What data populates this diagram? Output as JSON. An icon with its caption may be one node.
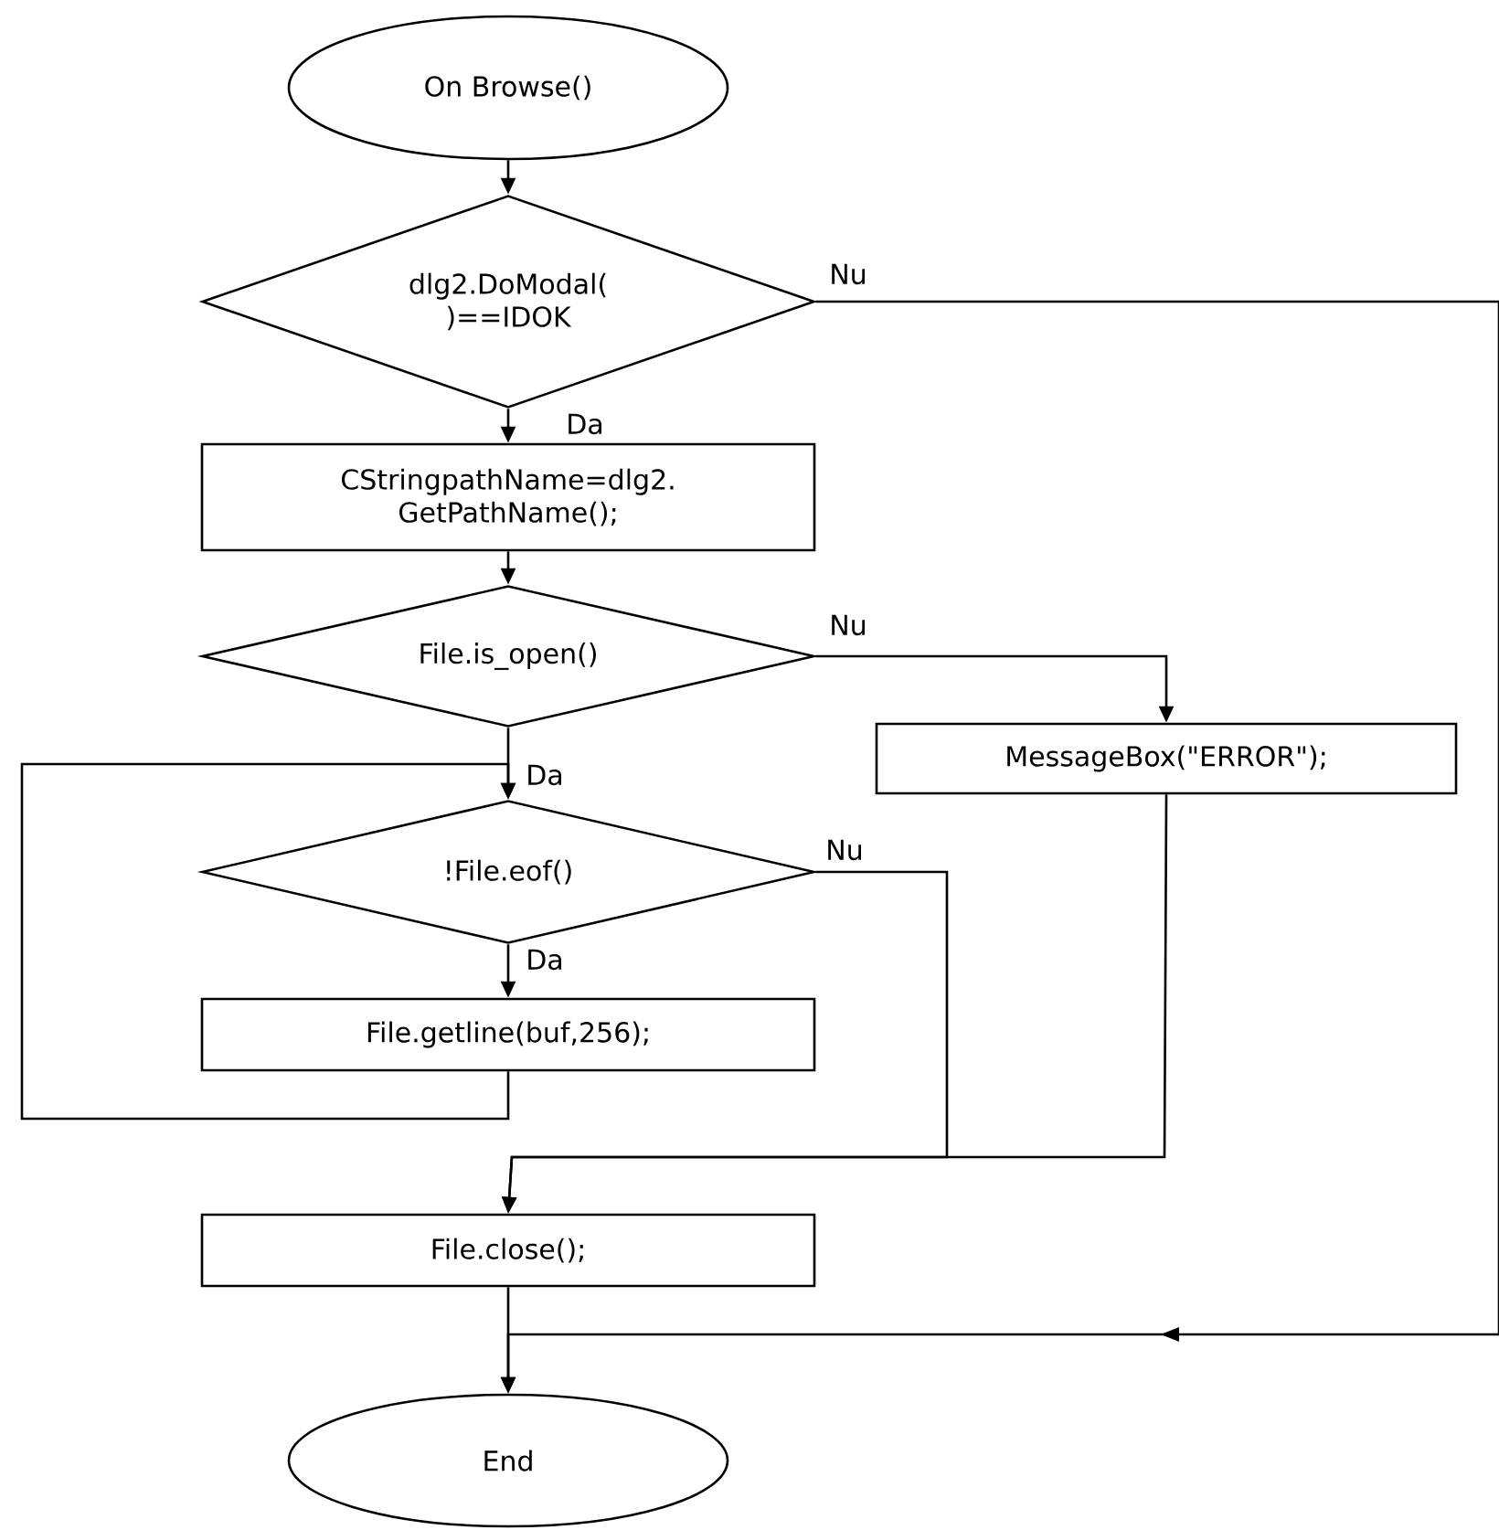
{
  "diagram": {
    "nodes": [
      {
        "text": [
          "On Browse()"
        ]
      },
      {
        "text": [
          "dlg2.DoModal( )==IDOK"
        ]
      },
      {
        "text": [
          "CStringpathName=dlg2. GetPathName();"
        ]
      },
      {
        "text": [
          "File.is_open()"
        ]
      },
      {
        "text": [
          "MessageBox(\"ERROR\");"
        ]
      },
      {
        "text": [
          "!File.eof()"
        ]
      },
      {
        "text": [
          "File.getline(buf,256);"
        ]
      },
      {
        "text": [
          "File.close();"
        ]
      },
      {
        "text": [
          "End"
        ]
      }
    ],
    "edges": [
      {
        "from": 0,
        "to": 1,
        "arrow": "to"
      },
      {
        "from": 1,
        "to": 8,
        "arrow": "to",
        "label": "Nu"
      },
      {
        "from": 1,
        "to": 2,
        "arrow": "to",
        "label": "Da"
      },
      {
        "from": 2,
        "to": 3,
        "arrow": "to"
      },
      {
        "from": 3,
        "to": 4,
        "arrow": "to",
        "label": "Nu"
      },
      {
        "from": 3,
        "to": 5,
        "arrow": "to",
        "label": "Da"
      },
      {
        "from": 5,
        "to": 6,
        "arrow": "to",
        "label": "Da"
      },
      {
        "from": 6,
        "to": 5,
        "arrow": "to"
      },
      {
        "from": 5,
        "to": 7,
        "arrow": "to",
        "label": "Nu"
      },
      {
        "from": 4,
        "to": 7,
        "arrow": "to"
      },
      {
        "from": 7,
        "to": 8,
        "arrow": "to"
      }
    ]
  }
}
